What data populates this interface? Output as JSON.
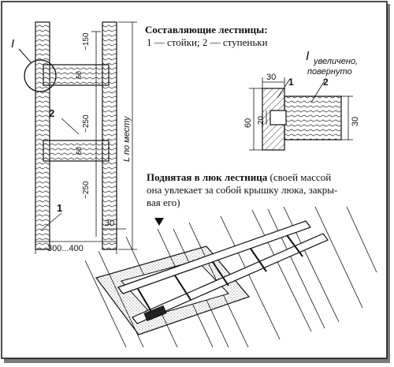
{
  "legend": {
    "title": "Составляющие лестницы:",
    "items": "1 — стойки; 2 — ступеньки"
  },
  "detail": {
    "roman": "I",
    "note_line1": "увеличено,",
    "note_line2": "повернуто",
    "dim_top": "30",
    "dim_60": "60",
    "dim_20": "20",
    "dim_30_right": "30",
    "label_1": "1",
    "label_2": "2"
  },
  "ladder": {
    "roman": "I",
    "dim_150": "~150",
    "dim_250_a": "~250",
    "dim_250_b": "~250",
    "dim_length": "L по месту",
    "dim_30": "30",
    "dim_width": "300...400",
    "label_1": "1",
    "label_2": "2",
    "step_a": "60",
    "step_b": "60"
  },
  "caption": {
    "bold": "Поднятая в люк лестница",
    "line1_rest": " (своей массой",
    "line2": "она увлекает за собой крышку люка, закры-",
    "line3": "вая его)"
  },
  "colors": {
    "ink": "#111111",
    "frame_shadow": "#7a7a7a",
    "background": "#ffffff"
  }
}
